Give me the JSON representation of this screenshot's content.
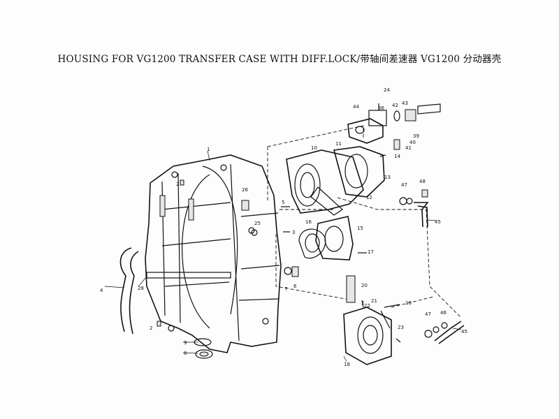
{
  "title": "HOUSING FOR VG1200 TRANSFER CASE WITH DIFF.LOCK/带轴间差速器 VG1200 分动器壳",
  "part_numbers": [
    "1",
    "2",
    "2",
    "2",
    "3",
    "4",
    "5",
    "6",
    "7",
    "8",
    "9",
    "10",
    "11",
    "12",
    "13",
    "14",
    "15",
    "16",
    "17",
    "18",
    "19",
    "20",
    "21",
    "22",
    "23",
    "24",
    "25",
    "26",
    "28",
    "36",
    "39",
    "40",
    "41",
    "42",
    "43",
    "44",
    "45",
    "45",
    "46",
    "47",
    "47",
    "48"
  ]
}
